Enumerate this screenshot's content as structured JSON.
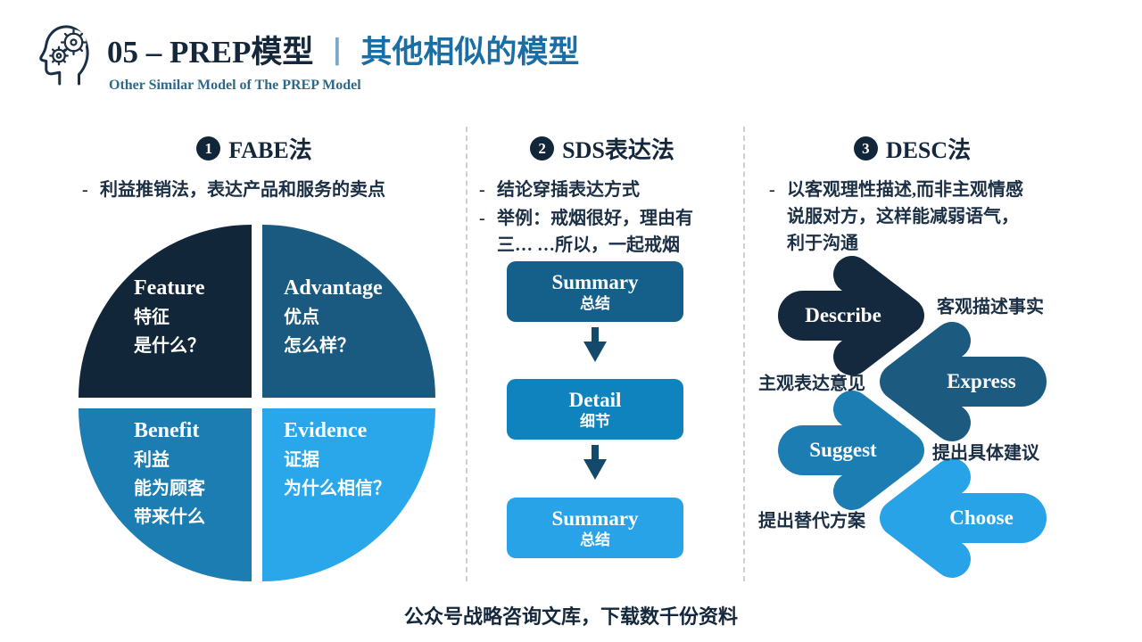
{
  "header": {
    "title_part1": "05 – PREP模型",
    "title_separator": "丨",
    "title_part2": "其他相似的模型",
    "subtitle": "Other Similar Model of  The PREP Model"
  },
  "ui": {
    "dash": "-"
  },
  "colors": {
    "dark_navy": "#12263a",
    "steel_blue": "#1b5a80",
    "mid_blue": "#1c7db2",
    "light_blue": "#29a3e8",
    "title_blue": "#1a6ea6",
    "subtitle_teal": "#2b6a8c",
    "flow_box1": "#15608a",
    "flow_box2": "#0f83bd",
    "flow_box3": "#29a3e8",
    "down_arrow": "#134a6b"
  },
  "columns": [
    {
      "number": "1",
      "title": "FABE法",
      "bullets": [
        "利益推销法，表达产品和服务的卖点"
      ],
      "pie": {
        "quadrants": [
          {
            "en": "Feature",
            "zh": "特征\n是什么？",
            "color": "#12263a"
          },
          {
            "en": "Advantage",
            "zh": "优点\n怎么样？",
            "color": "#1b5a80"
          },
          {
            "en": "Benefit",
            "zh": "利益\n能为顾客\n带来什么",
            "color": "#1c7db2"
          },
          {
            "en": "Evidence",
            "zh": "证据\n为什么相信？",
            "color": "#29a7ea"
          }
        ]
      }
    },
    {
      "number": "2",
      "title": "SDS表达法",
      "bullets": [
        "结论穿插表达方式",
        "举例：戒烟很好，理由有三… …所以，一起戒烟"
      ],
      "flow": [
        {
          "en": "Summary",
          "zh": "总结",
          "color": "#15608a"
        },
        {
          "en": "Detail",
          "zh": "细节",
          "color": "#0f83bd"
        },
        {
          "en": "Summary",
          "zh": "总结",
          "color": "#29a3e8"
        }
      ]
    },
    {
      "number": "3",
      "title": "DESC法",
      "bullets": [
        "以客观理性描述,而非主观情感说服对方，这样能减弱语气，利于沟通"
      ],
      "arrows": [
        {
          "en": "Describe",
          "label": "客观描述事实",
          "direction": "right",
          "color": "#14293e"
        },
        {
          "en": "Express",
          "label": "主观表达意见",
          "direction": "left",
          "color": "#1d5a80"
        },
        {
          "en": "Suggest",
          "label": "提出具体建议",
          "direction": "right",
          "color": "#1c7db2"
        },
        {
          "en": "Choose",
          "label": "提出替代方案",
          "direction": "left",
          "color": "#29a3e8"
        }
      ]
    }
  ],
  "footer": {
    "text": "公众号战略咨询文库，下载数千份资料"
  }
}
